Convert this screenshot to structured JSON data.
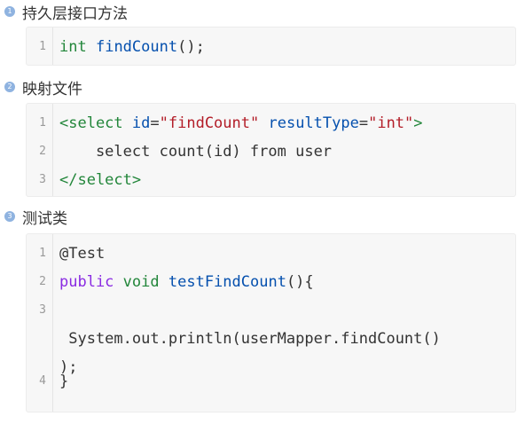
{
  "steps": [
    {
      "number": "1",
      "title": "持久层接口方法",
      "lines": [
        {
          "num": "1",
          "parts": [
            {
              "text": "int",
              "cls": "kw-green"
            },
            {
              "text": " ",
              "cls": "punct"
            },
            {
              "text": "findCount",
              "cls": "fn-blue"
            },
            {
              "text": "();",
              "cls": "punct"
            }
          ]
        }
      ]
    },
    {
      "number": "2",
      "title": "映射文件",
      "lines": [
        {
          "num": "1",
          "parts": [
            {
              "text": "<select",
              "cls": "tag-green"
            },
            {
              "text": " ",
              "cls": "punct"
            },
            {
              "text": "id",
              "cls": "attr-blue"
            },
            {
              "text": "=",
              "cls": "punct"
            },
            {
              "text": "\"findCount\"",
              "cls": "str-red"
            },
            {
              "text": " ",
              "cls": "punct"
            },
            {
              "text": "resultType",
              "cls": "attr-blue"
            },
            {
              "text": "=",
              "cls": "punct"
            },
            {
              "text": "\"int\"",
              "cls": "str-red"
            },
            {
              "text": ">",
              "cls": "tag-green"
            }
          ]
        },
        {
          "num": "2",
          "parts": [
            {
              "text": "    select count(id) from user",
              "cls": "punct"
            }
          ]
        },
        {
          "num": "3",
          "parts": [
            {
              "text": "</select>",
              "cls": "tag-green"
            }
          ]
        }
      ]
    },
    {
      "number": "3",
      "title": "测试类",
      "lines": [
        {
          "num": "1",
          "parts": [
            {
              "text": "@Test",
              "cls": "punct"
            }
          ]
        },
        {
          "num": "2",
          "parts": [
            {
              "text": "public",
              "cls": "kw-purple"
            },
            {
              "text": " ",
              "cls": "punct"
            },
            {
              "text": "void",
              "cls": "kw-green"
            },
            {
              "text": " ",
              "cls": "punct"
            },
            {
              "text": "testFindCount",
              "cls": "fn-blue"
            },
            {
              "text": "(){",
              "cls": "punct"
            }
          ]
        },
        {
          "num": "3",
          "parts": [],
          "wrapped": [
            " System.out.println(userMapper.findCount()",
            ");"
          ]
        },
        {
          "num": "4",
          "parts": [
            {
              "text": "}",
              "cls": "punct"
            }
          ]
        }
      ]
    }
  ]
}
